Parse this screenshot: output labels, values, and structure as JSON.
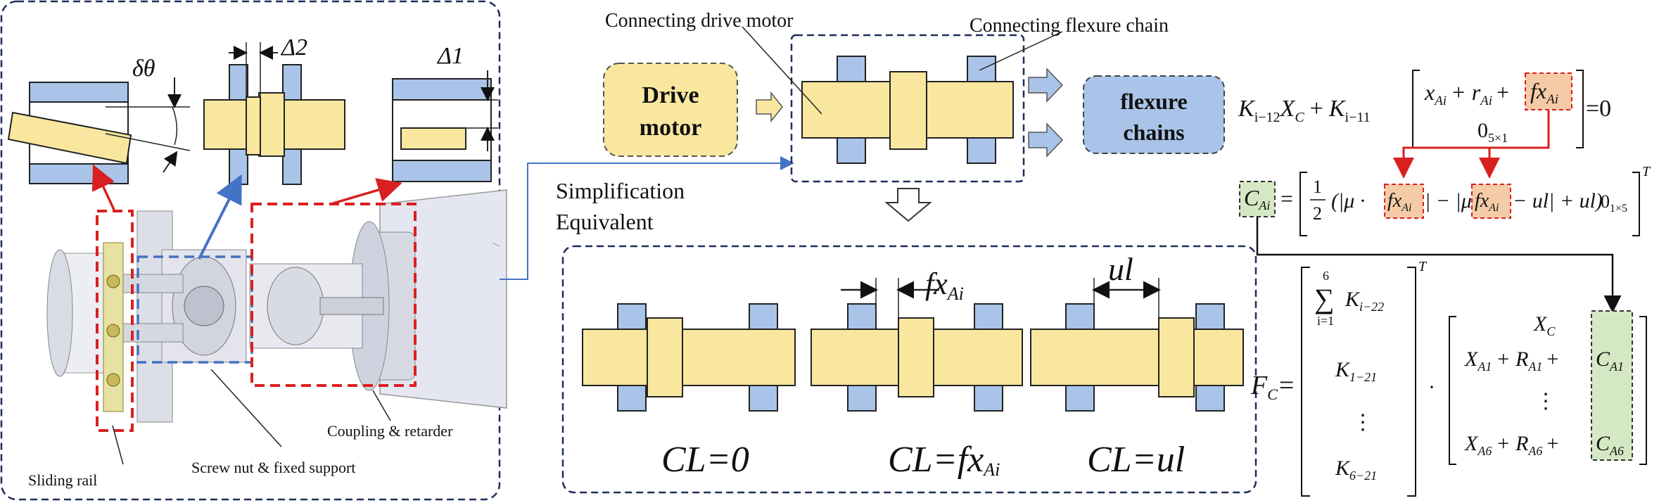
{
  "colors": {
    "yellow": "#f9e79f",
    "blue": "#a9c4e8",
    "orange_box": "#f5cba7",
    "green_box": "#d5e8c4",
    "dash_navy": "#1f2d5a",
    "red": "#d92020",
    "arrow_blue": "#4472c4"
  },
  "left_panel": {
    "labels": {
      "sliding_rail": "Sliding rail",
      "screw_nut": "Screw nut & fixed support",
      "coupling": "Coupling & retarder",
      "delta_theta": "δθ",
      "delta2": "Δ2",
      "delta1": "Δ1"
    }
  },
  "center_top": {
    "connecting_drive_motor": "Connecting drive motor",
    "connecting_flexure_chain": "Connecting flexure chain",
    "drive_motor_line1": "Drive",
    "drive_motor_line2": "motor",
    "flexure_line1": "flexure",
    "flexure_line2": "chains",
    "simplification": "Simplification",
    "equivalent": "Equivalent"
  },
  "bottom_panel": {
    "cl0": "CL=0",
    "cl_fx_prefix": "CL=fx",
    "cl_fx_sub": "Ai",
    "cl_ul": "CL=ul",
    "fx_label": "fx",
    "fx_sub": "Ai",
    "ul_label": "ul"
  },
  "equations": {
    "eq1_K1": "K",
    "eq1_K1_sub": "i−12",
    "eq1_X": "X",
    "eq1_X_sub": "C",
    "eq1_plus": "+",
    "eq1_K2": "K",
    "eq1_K2_sub": "i−11",
    "eq1_row1_x": "x",
    "eq1_row1_x_sub": "Ai",
    "eq1_row1_r": "+ r",
    "eq1_row1_r_sub": "Ai",
    "eq1_row1_plus": "+",
    "eq1_fx": "fx",
    "eq1_fx_sub": "Ai",
    "eq1_row2": "0",
    "eq1_row2_sub": "5×1",
    "eq1_rhs": "=0",
    "eq2_C": "C",
    "eq2_C_sub": "Ai",
    "eq2_eq": "=",
    "eq2_half_num": "1",
    "eq2_half_den": "2",
    "eq2_part1": "(|μ ·",
    "eq2_part2": "| − |μ ·",
    "eq2_part3": "− ul| + ul)",
    "eq2_zero": "0",
    "eq2_zero_sub": "1×5",
    "eq2_T": "T",
    "eq3_F": "F",
    "eq3_F_sub": "C",
    "eq3_eq": "=",
    "eq3_sum_top": "6",
    "eq3_sum_bot": "i=1",
    "eq3_sum_K": "K",
    "eq3_sum_K_sub": "i−22",
    "eq3_K121": "K",
    "eq3_K121_sub": "1−21",
    "eq3_vdots": "⋮",
    "eq3_K621": "K",
    "eq3_K621_sub": "6−21",
    "eq3_T": "T",
    "eq3_dot": "·",
    "eq3_XC": "X",
    "eq3_XC_sub": "C",
    "eq3_row2_X": "X",
    "eq3_row2_X_sub": "A1",
    "eq3_row2_R": "+ R",
    "eq3_row2_R_sub": "A1",
    "eq3_row2_plus": "+",
    "eq3_CA1": "C",
    "eq3_CA1_sub": "A1",
    "eq3_row4_X": "X",
    "eq3_row4_X_sub": "A6",
    "eq3_row4_R": "+ R",
    "eq3_row4_R_sub": "A6",
    "eq3_row4_plus": "+",
    "eq3_CA6": "C",
    "eq3_CA6_sub": "A6"
  }
}
